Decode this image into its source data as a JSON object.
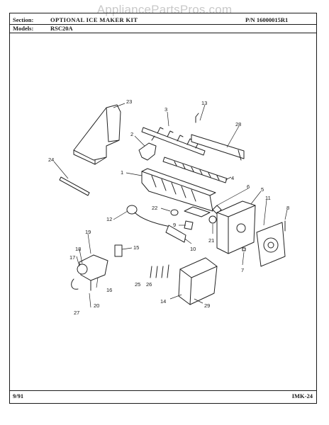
{
  "watermark": "AppliancePartsPros.com",
  "header": {
    "section_label": "Section:",
    "section_value": "OPTIONAL ICE MAKER KIT",
    "pn_label": "P/N 16000015R1",
    "models_label": "Models:",
    "models_value": "RSC20A"
  },
  "footer": {
    "date": "9/91",
    "code": "IMK-24"
  },
  "callouts": {
    "c1": "1",
    "c2": "2",
    "c3": "3",
    "c4": "4",
    "c5": "5",
    "c6": "6",
    "c7": "7",
    "c8": "8",
    "c9": "9",
    "c10": "10",
    "c11": "11",
    "c12": "12",
    "c13": "13",
    "c14": "14",
    "c15": "15",
    "c16": "16",
    "c17": "17",
    "c18": "18",
    "c19": "19",
    "c20": "20",
    "c21": "21",
    "c22": "22",
    "c23": "23",
    "c24": "24",
    "c25": "25",
    "c26": "26",
    "c27": "27",
    "c28": "28",
    "c29": "29"
  }
}
